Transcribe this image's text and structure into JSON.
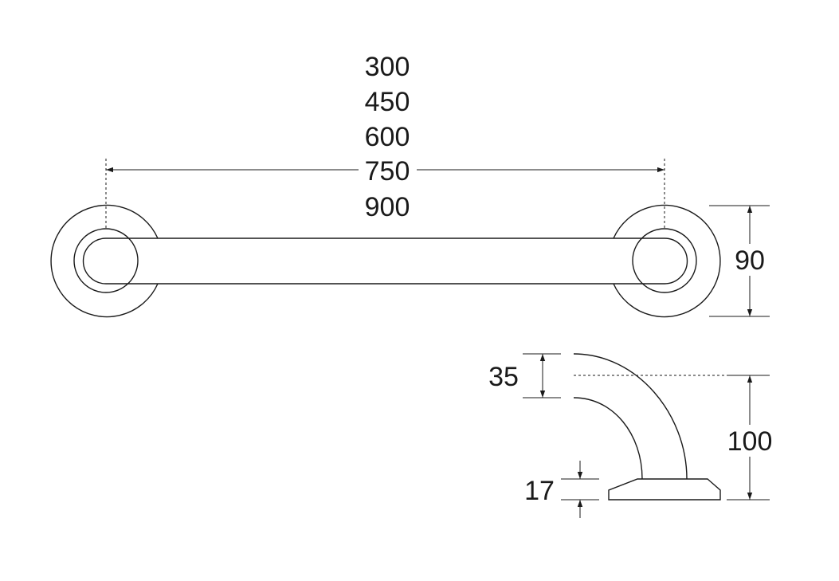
{
  "dimensions": {
    "length_options": [
      "300",
      "450",
      "600",
      "750",
      "900"
    ],
    "flange_diameter": "90",
    "tube_diameter": "35",
    "projection": "100",
    "flange_thickness": "17"
  },
  "colors": {
    "line": "#1a1a1a",
    "background": "#ffffff"
  }
}
